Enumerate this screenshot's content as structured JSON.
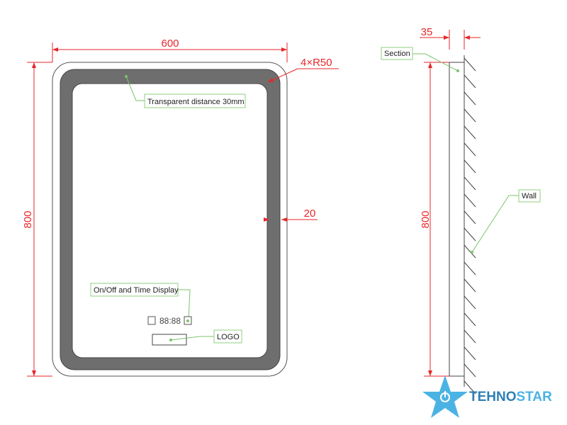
{
  "dimensions": {
    "width": "600",
    "height_front": "800",
    "corner_radius": "4×R50",
    "frame_width": "20",
    "depth": "35",
    "height_side": "800"
  },
  "callouts": {
    "transparent_distance": "Transparent distance 30mm",
    "on_off_display": "On/Off and Time Display",
    "clock": "88:88",
    "logo": "LOGO",
    "section": "Section",
    "wall": "Wall"
  },
  "brand": {
    "name_part1": "TEHNO",
    "name_part2": "STAR",
    "color_dark": "#2f7fb5",
    "color_light": "#4bb3e3"
  }
}
